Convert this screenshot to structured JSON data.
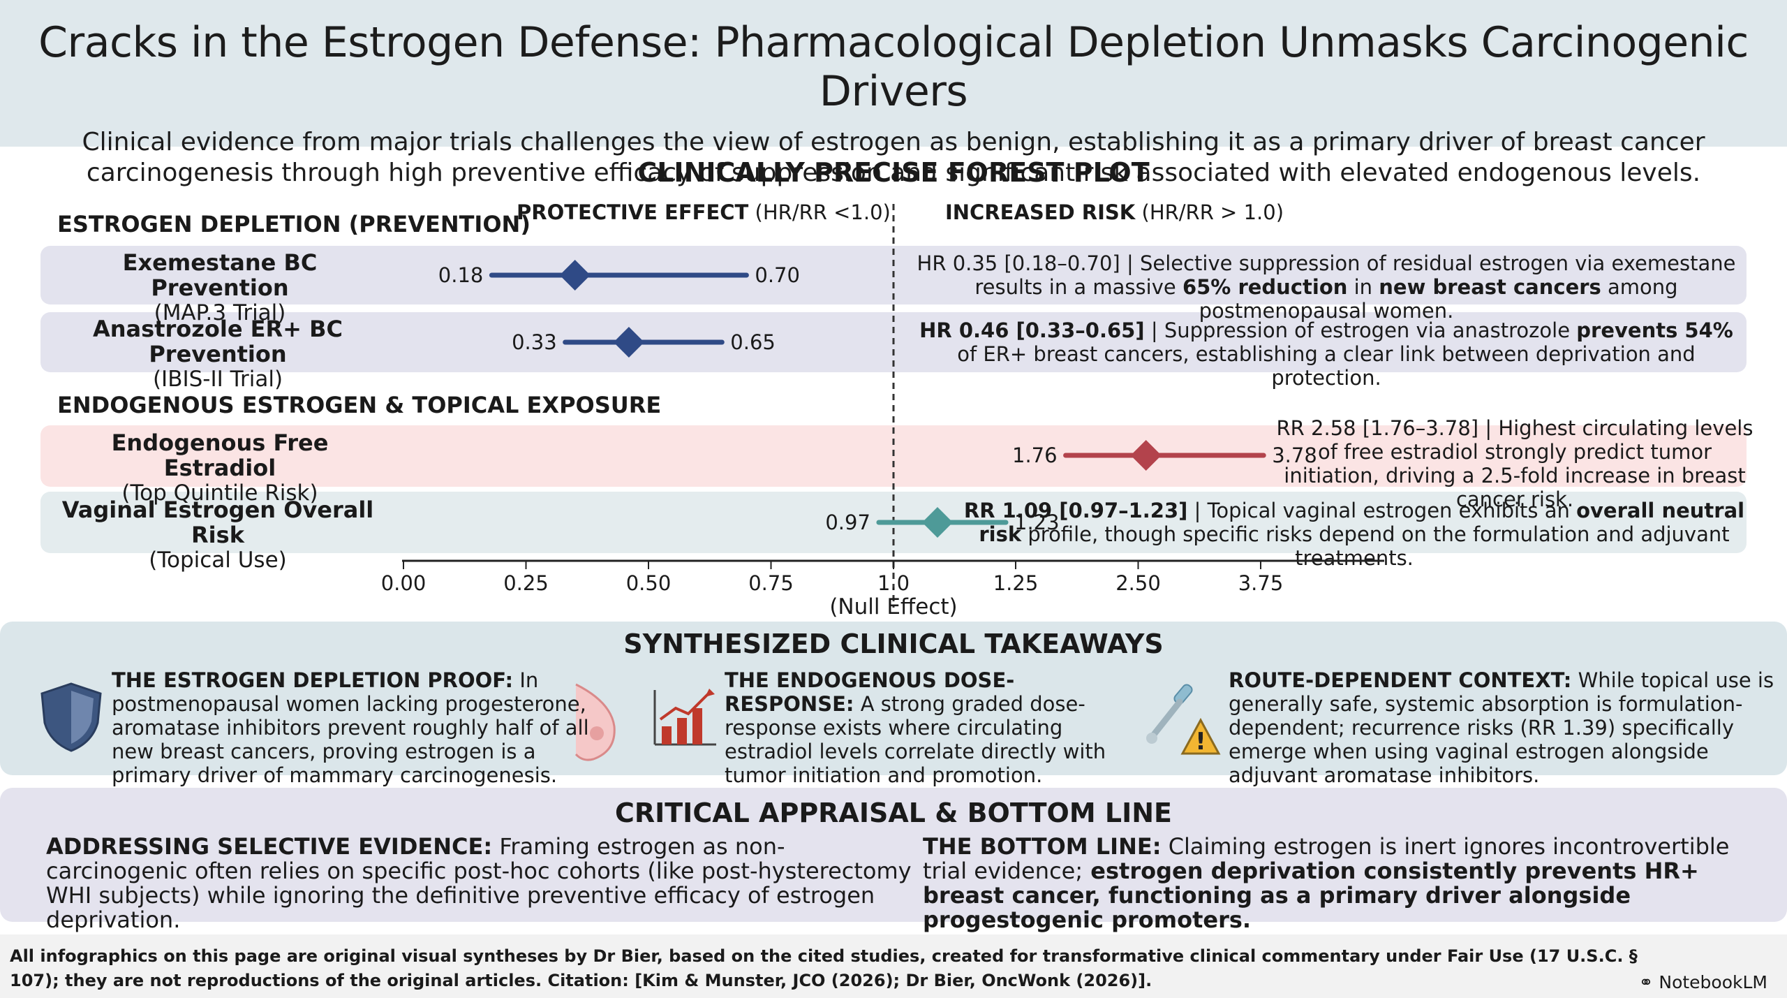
{
  "header": {
    "title": "Cracks in the Estrogen Defense: Pharmacological Depletion Unmasks Carcinogenic Drivers",
    "subtitle": "Clinical evidence from major trials challenges the view of estrogen as benign, establishing it as a primary driver of breast cancer carcinogenesis through high preventive efficacy of suppression and significant risk associated with elevated endogenous levels."
  },
  "plot": {
    "title": "CLINICALLY PRECISE FOREST PLOT",
    "section_prevention": "ESTROGEN DEPLETION (PREVENTION)",
    "section_endogenous": "ENDOGENOUS ESTROGEN & TOPICAL EXPOSURE",
    "protective_label_bold": "PROTECTIVE EFFECT",
    "protective_label_rest": " (HR/RR <1.0)",
    "risk_label_bold": "INCREASED RISK",
    "risk_label_rest": " (HR/RR > 1.0)",
    "null_label": "(Null Effect)"
  },
  "rows": [
    {
      "name": "Exemestane BC Prevention",
      "trial": "(MAP.3 Trial)",
      "desc_parts": [
        {
          "t": "HR 0.35 [0.18–0.70] | Selective suppression of residual estrogen via exemestane results in a massive ",
          "b": false
        },
        {
          "t": "65% reduction",
          "b": true
        },
        {
          "t": " in ",
          "b": false
        },
        {
          "t": "new breast cancers",
          "b": true
        },
        {
          "t": " among postmenopausal women.",
          "b": false
        }
      ]
    },
    {
      "name": "Anastrozole ER+ BC Prevention",
      "trial": "(IBIS-II Trial)",
      "desc_parts": [
        {
          "t": "HR 0.46 [0.33–0.65]",
          "b": true
        },
        {
          "t": " | Suppression of estrogen via anastrozole ",
          "b": false
        },
        {
          "t": "prevents 54%",
          "b": true
        },
        {
          "t": " of ER+ breast cancers, establishing a clear link between deprivation and protection.",
          "b": false
        }
      ]
    },
    {
      "name": "Endogenous Free Estradiol",
      "trial": "(Top Quintile Risk)",
      "desc_parts": [
        {
          "t": "RR 2.58 [1.76–3.78] | Highest circulating levels of free estradiol strongly predict tumor initiation, driving a 2.5-fold increase in breast cancer risk.",
          "b": false
        }
      ]
    },
    {
      "name": "Vaginal Estrogen Overall Risk",
      "trial": "(Topical Use)",
      "desc_parts": [
        {
          "t": "RR 1.09 [0.97–1.23]",
          "b": true
        },
        {
          "t": " | Topical vaginal estrogen exhibits an ",
          "b": false
        },
        {
          "t": "overall neutral risk",
          "b": true
        },
        {
          "t": " profile, though specific risks depend on the formulation and adjuvant treatments.",
          "b": false
        }
      ]
    }
  ],
  "chart_data": {
    "type": "forest",
    "null_value": 1.0,
    "x_ticks": [
      "0.00",
      "0.25",
      "0.50",
      "0.75",
      "1.0",
      "1.25",
      "2.50",
      "3.75"
    ],
    "series": [
      {
        "name": "Exemestane BC Prevention",
        "estimate": 0.35,
        "lower": 0.18,
        "upper": 0.7,
        "lower_label": "0.18",
        "upper_label": "0.70",
        "color": "#2f4a86"
      },
      {
        "name": "Anastrozole ER+ BC Prevention",
        "estimate": 0.46,
        "lower": 0.33,
        "upper": 0.65,
        "lower_label": "0.33",
        "upper_label": "0.65",
        "color": "#2f4a86"
      },
      {
        "name": "Endogenous Free Estradiol",
        "estimate": 2.58,
        "lower": 1.76,
        "upper": 3.78,
        "lower_label": "1.76",
        "upper_label": "3.78",
        "color": "#b3434c"
      },
      {
        "name": "Vaginal Estrogen Overall Risk",
        "estimate": 1.09,
        "lower": 0.97,
        "upper": 1.23,
        "lower_label": "0.97",
        "upper_label": "1.23",
        "color": "#4e9a98"
      }
    ]
  },
  "takeaways": {
    "title": "SYNTHESIZED CLINICAL TAKEAWAYS",
    "items": [
      {
        "head": "THE ESTROGEN DEPLETION PROOF:",
        "body": " In postmenopausal women lacking progesterone, aromatase inhibitors prevent roughly half of all new breast cancers, proving estrogen is a primary driver of mammary carcinogenesis.",
        "icon": "shield-icon"
      },
      {
        "head": "THE ENDOGENOUS DOSE-RESPONSE:",
        "body": " A strong graded dose-response exists where circulating estradiol levels correlate directly with tumor initiation and promotion.",
        "icon": "bar-chart-icon"
      },
      {
        "head": "ROUTE-DEPENDENT CONTEXT:",
        "body": " While topical use is generally safe, systemic absorption is formulation-dependent; recurrence risks (RR 1.39) specifically emerge when using vaginal estrogen alongside adjuvant aromatase inhibitors.",
        "icon": "applicator-warning-icon"
      }
    ]
  },
  "appraisal": {
    "title": "CRITICAL APPRAISAL & BOTTOM LINE",
    "left_head": "ADDRESSING SELECTIVE EVIDENCE:",
    "left_body": " Framing estrogen as non-carcinogenic often relies on specific post-hoc cohorts (like post-hysterectomy WHI subjects) while ignoring the definitive preventive efficacy of estrogen deprivation.",
    "right_head": "THE BOTTOM LINE:",
    "right_body": " Claiming estrogen is inert ignores incontrovertible trial evidence;",
    "right_bold": " estrogen deprivation consistently prevents HR+ breast cancer, functioning as a primary driver alongside progestogenic promoters."
  },
  "footer": {
    "text": "All infographics on this page are original visual syntheses by Dr Bier, based on the cited studies, created for transformative clinical commentary under Fair Use (17 U.S.C. § 107); they are not reproductions of the original articles. Citation: [Kim & Munster, JCO (2026); Dr Bier, OncWonk (2026)].",
    "brand": "NotebookLM"
  }
}
